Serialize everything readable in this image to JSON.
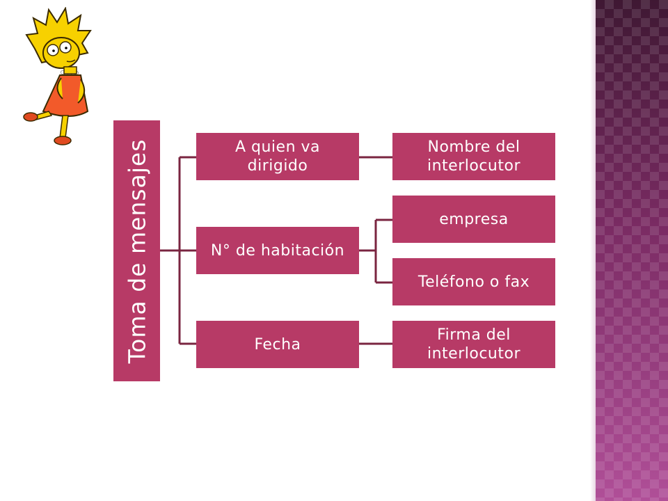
{
  "colors": {
    "node_fill": "#b73a66",
    "connector": "#7a2540",
    "text": "#ffffff",
    "side_band": "#8a2f6e"
  },
  "diagram": {
    "root": "Toma de mensajes",
    "branches": [
      {
        "label": "A quien va dirigido",
        "children": [
          "Nombre del interlocutor"
        ]
      },
      {
        "label": "N° de habitación",
        "children": [
          "empresa",
          "Teléfono o fax"
        ]
      },
      {
        "label": "Fecha",
        "children": [
          "Firma del interlocutor"
        ]
      }
    ]
  },
  "illustration": {
    "icon": "cartoon-girl-illustration"
  }
}
